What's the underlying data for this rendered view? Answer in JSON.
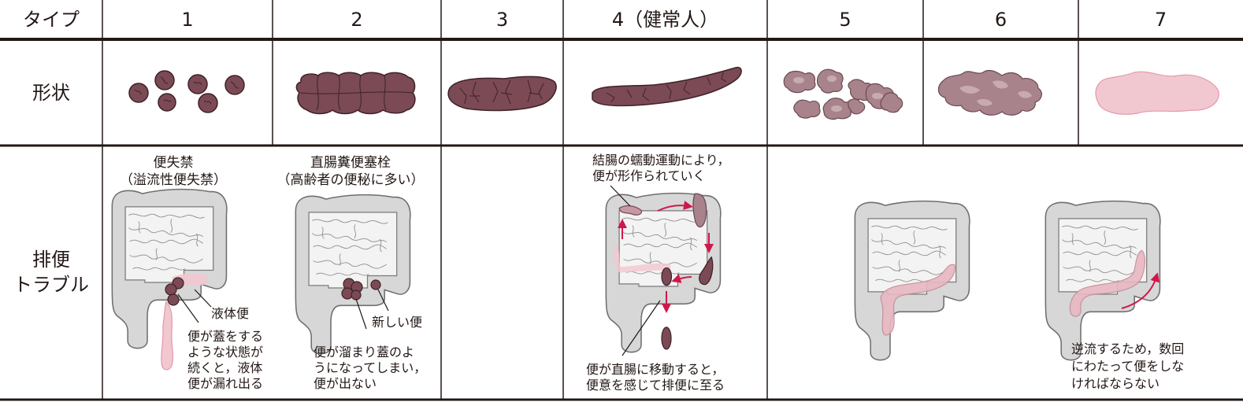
{
  "header": {
    "type_label": "タイプ",
    "types": [
      "1",
      "2",
      "3",
      "4（健常人）",
      "5",
      "6",
      "7"
    ]
  },
  "rows": {
    "shape_label": "形状",
    "trouble_label_line1": "排便",
    "trouble_label_line2": "トラブル"
  },
  "panels": {
    "incontinence": {
      "title_line1": "便失禁",
      "title_line2": "（溢流性便失禁）",
      "label_liquid": "液体便",
      "note_lines": [
        "便が蓋をする",
        "ような状態が",
        "続くと，液体",
        "便が漏れ出る"
      ]
    },
    "impaction": {
      "title_line1": "直腸糞便塞栓",
      "title_line2": "（高齢者の便秘に多い）",
      "label_new": "新しい便",
      "note_lines": [
        "便が溜まり蓋のよ",
        "うになってしまい，",
        "便が出ない"
      ]
    },
    "healthy": {
      "top_lines": [
        "結腸の蠕動運動により，",
        "便が形作られていく"
      ],
      "bottom_lines": [
        "便が直腸に移動すると，",
        "便意を感じて排便に至る"
      ]
    },
    "loose": {
      "note_lines": [
        "逆流するため，数回",
        "にわたって便をしな",
        "ければならない"
      ]
    }
  },
  "colors": {
    "stool": "#7b4a55",
    "stool_light": "#a8838b",
    "liquid": "#f2c8d0",
    "colon": "#d7d7d7",
    "arrow": "#d0174a",
    "rule": "#231815"
  }
}
